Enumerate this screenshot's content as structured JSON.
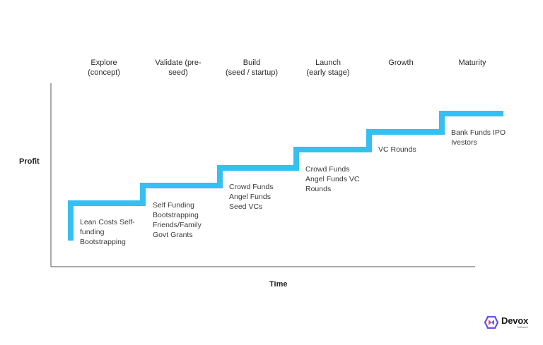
{
  "stages": [
    {
      "title": "Explore\n(concept)"
    },
    {
      "title": "Validate (pre-\nseed)"
    },
    {
      "title": "Build\n(seed / startup)"
    },
    {
      "title": "Launch\n(early stage)"
    },
    {
      "title": "Growth"
    },
    {
      "title": "Maturity"
    }
  ],
  "funding": [
    {
      "text": "Lean Costs Self-\nfunding\nBootstrapping"
    },
    {
      "text": "Self Funding\nBootstrapping\nFriends/Family\nGovt Grants"
    },
    {
      "text": "Crowd Funds\nAngel Funds\nSeed VCs"
    },
    {
      "text": "Crowd Funds\nAngel Funds VC\nRounds"
    },
    {
      "text": "VC Rounds"
    },
    {
      "text": "Bank Funds IPO\nIvestors"
    }
  ],
  "axes": {
    "y_label": "Profit",
    "x_label": "Time"
  },
  "colors": {
    "step": "#35bff2",
    "axis": "#555555"
  },
  "logo": {
    "name": "Devox",
    "sub": "Software"
  }
}
